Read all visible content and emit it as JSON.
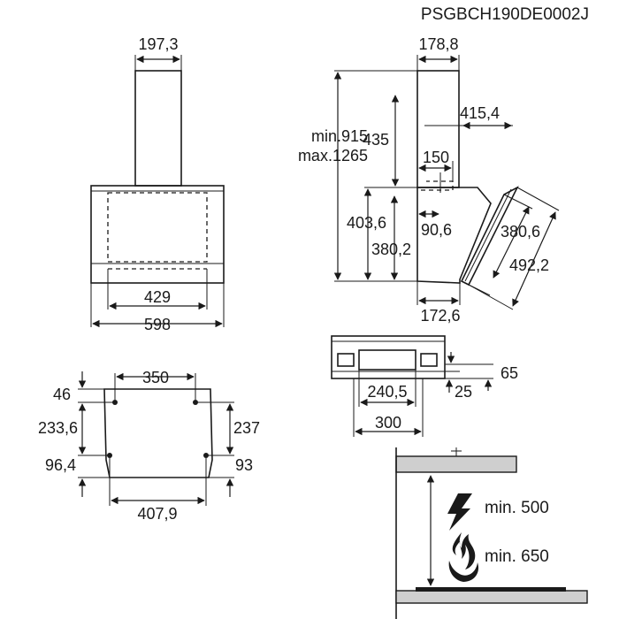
{
  "model_code": "PSGBCH190DE0002J",
  "front_view": {
    "chimney_width": "197,3",
    "inner_width": "429",
    "total_width": "598"
  },
  "side_view": {
    "chimney_depth": "178,8",
    "total_height_min": "min.915",
    "total_height_max": "max.1265",
    "chimney_height": "435",
    "glass_depth": "415,4",
    "outlet_offset": "150",
    "body_height": "403,6",
    "body_height_inner": "380,2",
    "outlet_to_wall": "90,6",
    "glass_height": "380,6",
    "glass_diagonal": "492,2",
    "bottom_depth": "172,6"
  },
  "top_view": {
    "top_depth": "65",
    "outlet_depth": "25",
    "outlet_width": "240,5",
    "mount_width": "300"
  },
  "mounting_view": {
    "top_hole_spacing": "350",
    "top_offset": "46",
    "left_height": "233,6",
    "right_height": "237",
    "left_bottom": "96,4",
    "right_bottom": "93",
    "bottom_hole_spacing": "407,9"
  },
  "installation": {
    "electric_distance": "min. 500",
    "gas_distance": "min. 650"
  },
  "icons": [
    "lightning-icon",
    "flame-icon"
  ]
}
